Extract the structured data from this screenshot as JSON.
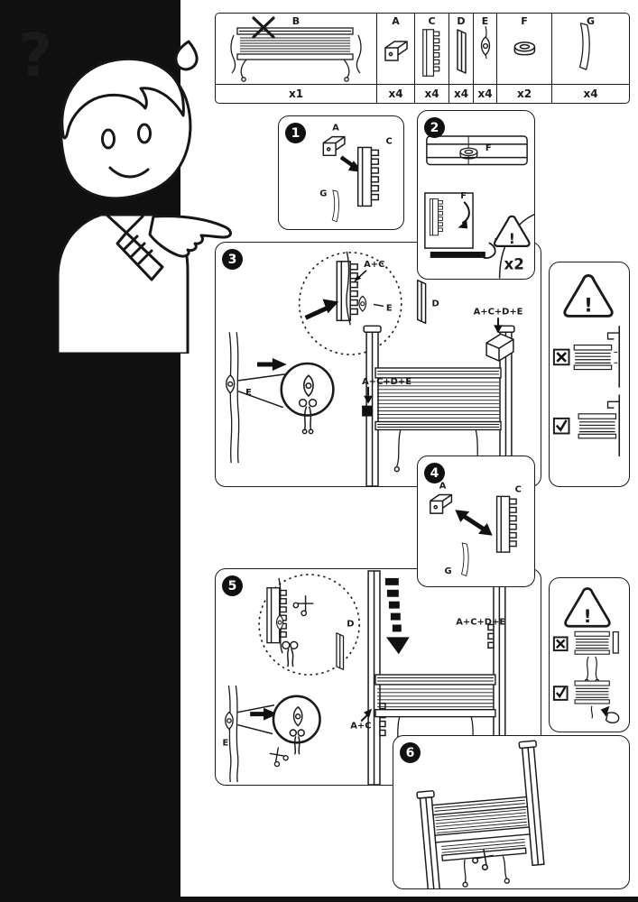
{
  "mascot": {
    "question_mark": "?"
  },
  "parts_table": {
    "columns": [
      {
        "label": "B",
        "qty": "x1",
        "icon": "blind-with-cords-icon"
      },
      {
        "label": "A",
        "qty": "x4",
        "icon": "corner-bracket-icon"
      },
      {
        "label": "C",
        "qty": "x4",
        "icon": "comb-bracket-icon"
      },
      {
        "label": "D",
        "qty": "x4",
        "icon": "cover-plate-icon"
      },
      {
        "label": "E",
        "qty": "x4",
        "icon": "cord-clip-icon"
      },
      {
        "label": "F",
        "qty": "x2",
        "icon": "oval-clip-icon"
      },
      {
        "label": "G",
        "qty": "x4",
        "icon": "spacer-strip-icon"
      }
    ]
  },
  "steps": {
    "s1": {
      "num": "1",
      "label_a": "A",
      "label_c": "C",
      "label_g": "G"
    },
    "s2": {
      "num": "2",
      "label_f_rail": "F",
      "label_f_bracket": "F",
      "label_f_bar": "F",
      "multiplier": "x2",
      "warning_mark": "!"
    },
    "s3": {
      "num": "3",
      "label_ac": "A+C",
      "label_e_zoom": "E",
      "label_d": "D",
      "label_acde_right": "A+C+D+E",
      "label_acde_left": "A+C+D+E",
      "label_e_cord": "E"
    },
    "s4": {
      "num": "4",
      "label_a": "A",
      "label_c": "C",
      "label_g": "G"
    },
    "s5": {
      "num": "5",
      "label_d": "D",
      "label_acde": "A+C+D+E",
      "label_ac": "A+C",
      "label_e_cord": "E"
    },
    "s6": {
      "num": "6"
    }
  },
  "warning_top": {
    "warning_mark": "!"
  },
  "warning_bottom": {
    "warning_mark": "!"
  },
  "colors": {
    "ink": "#1a1a1a",
    "panel_black": "#101010",
    "paper": "#ffffff"
  }
}
